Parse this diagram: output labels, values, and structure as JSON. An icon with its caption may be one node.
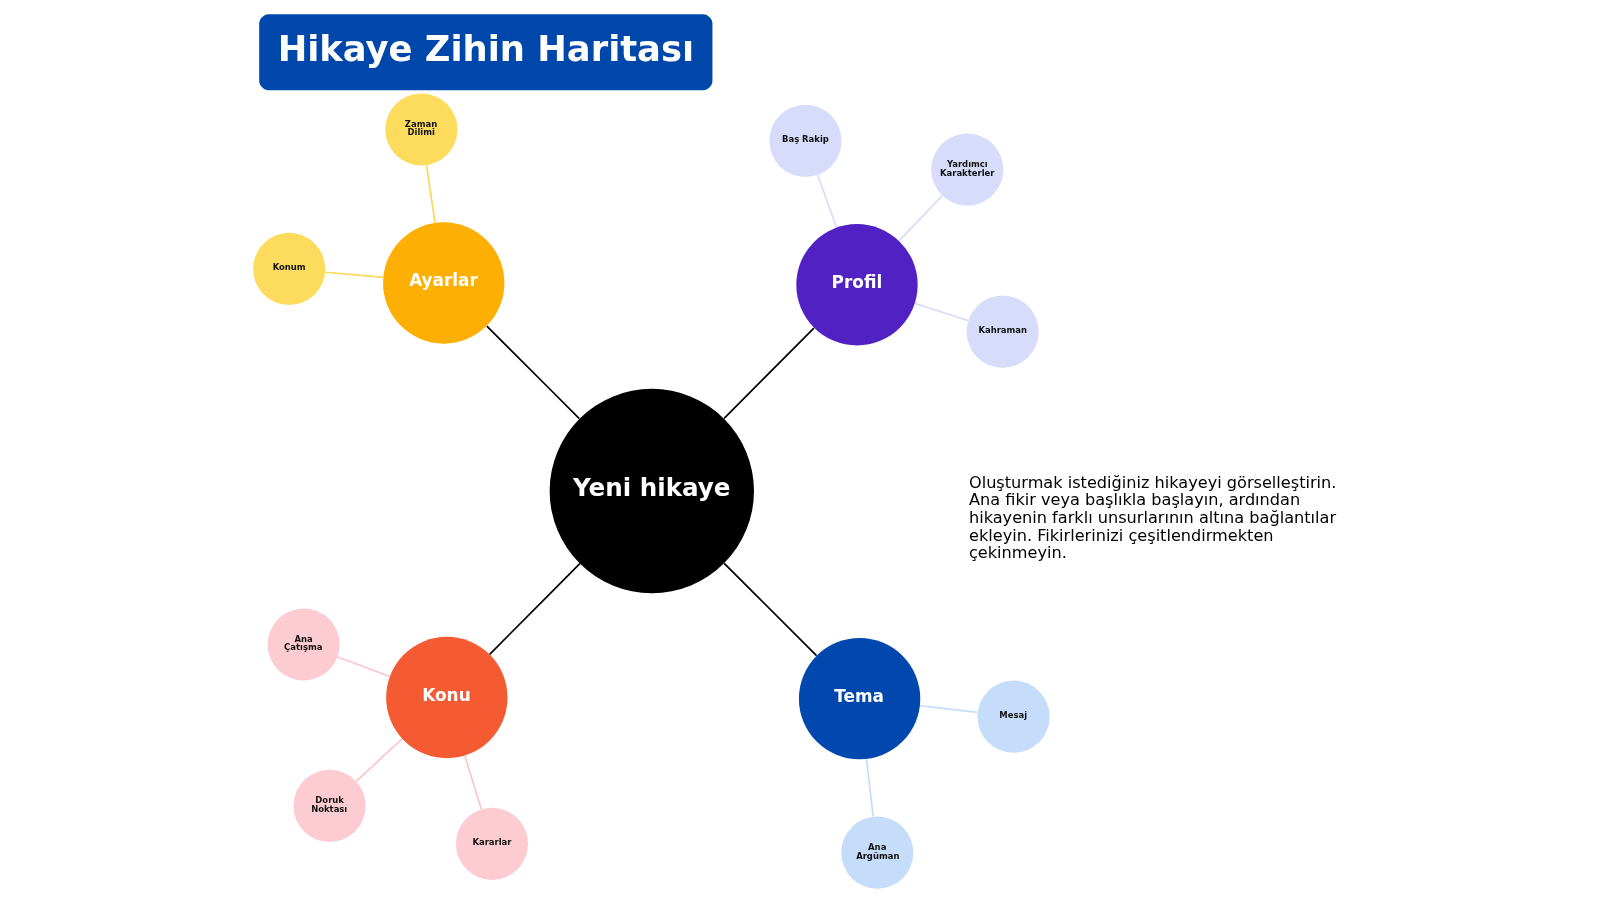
{
  "diagram": {
    "title": "Hikaye Zihin Haritası",
    "nodes": [
      {
        "text": [
          "Yeni hikaye"
        ]
      },
      {
        "text": [
          "Ayarlar"
        ]
      },
      {
        "text": [
          "Zaman Dilimi"
        ]
      },
      {
        "text": [
          "Konum"
        ]
      },
      {
        "text": [
          "Tema"
        ]
      },
      {
        "text": [
          "Ana Argüman"
        ]
      },
      {
        "text": [
          "Mesaj"
        ]
      },
      {
        "text": [
          "Profil"
        ]
      },
      {
        "text": [
          "Kahraman"
        ]
      },
      {
        "text": [
          "Baş Rakip"
        ]
      },
      {
        "text": [
          "Yardımcı Karakterler"
        ]
      },
      {
        "text": [
          "Konu"
        ]
      },
      {
        "text": [
          "Ana Çatışma"
        ]
      },
      {
        "text": [
          "Doruk Noktası"
        ]
      },
      {
        "text": [
          "Kararlar"
        ]
      }
    ],
    "edges": [
      {
        "from": 0,
        "to": 1,
        "arrow": "none"
      },
      {
        "from": 1,
        "to": 2,
        "arrow": "none",
        "color": "#fcd95a"
      },
      {
        "from": 1,
        "to": 3,
        "arrow": "none",
        "color": "#fcd95a"
      },
      {
        "from": 0,
        "to": 4,
        "arrow": "none"
      },
      {
        "from": 4,
        "to": 5,
        "arrow": "none",
        "color": "#c5ddfa"
      },
      {
        "from": 4,
        "to": 6,
        "arrow": "none",
        "color": "#c5ddfa"
      },
      {
        "from": 0,
        "to": 7,
        "arrow": "none"
      },
      {
        "from": 7,
        "to": 8,
        "arrow": "none",
        "color": "#d8dcfb"
      },
      {
        "from": 7,
        "to": 9,
        "arrow": "none",
        "color": "#d8dcfb"
      },
      {
        "from": 7,
        "to": 10,
        "arrow": "none",
        "color": "#d8dcfb"
      },
      {
        "from": 0,
        "to": 11,
        "arrow": "none"
      },
      {
        "from": 11,
        "to": 12,
        "arrow": "none",
        "color": "#f9c6cc"
      },
      {
        "from": 11,
        "to": 13,
        "arrow": "none",
        "color": "#f9c6cc"
      },
      {
        "from": 11,
        "to": 14,
        "arrow": "none",
        "color": "#f9c6cc"
      }
    ],
    "labels": [
      "Oluşturmak istediğiniz hikayeyi görselleştirin. Ana fikir veya başlıkla başlayın, ardından hikayenin farklı unsurlarının altına bağlantılar ekleyin. Fikirlerinizi çeşitlendirmekten çekinmeyin."
    ]
  }
}
